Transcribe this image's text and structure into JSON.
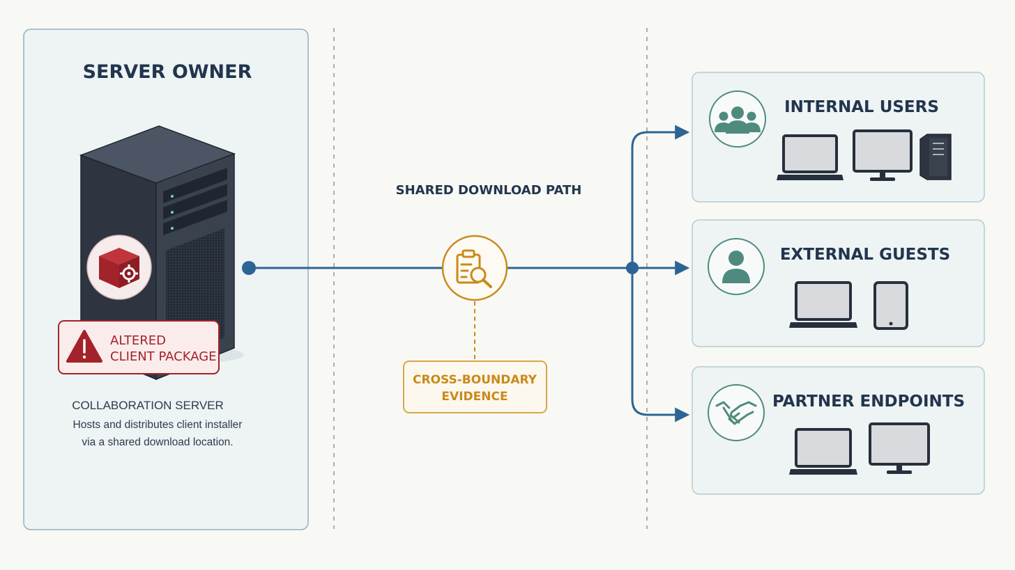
{
  "owner_panel": {
    "title": "SERVER OWNER",
    "warning_line1": "ALTERED",
    "warning_line2": "CLIENT PACKAGE",
    "server_name": "COLLABORATION SERVER",
    "server_desc_line1": "Hosts and distributes client installer",
    "server_desc_line2": "via a shared download location."
  },
  "middle": {
    "path_label": "SHARED DOWNLOAD PATH",
    "evidence_line1": "CROSS-BOUNDARY",
    "evidence_line2": "EVIDENCE"
  },
  "targets": [
    {
      "title": "INTERNAL USERS",
      "icon": "group-icon",
      "devices": [
        "laptop-icon",
        "monitor-icon",
        "tower-pc-icon"
      ]
    },
    {
      "title": "EXTERNAL GUESTS",
      "icon": "person-icon",
      "devices": [
        "laptop-icon",
        "tablet-icon"
      ]
    },
    {
      "title": "PARTNER ENDPOINTS",
      "icon": "handshake-icon",
      "devices": [
        "laptop-icon",
        "monitor-icon"
      ]
    }
  ],
  "colors": {
    "background": "#f8f8f5",
    "panel_fill": "#eef3f4",
    "panel_border": "#8fb3bd",
    "flow_blue": "#2d6496",
    "warning_red": "#a2232a",
    "evidence_gold": "#c98a1a",
    "icon_teal": "#4e8b7e",
    "text_navy": "#22354d"
  }
}
